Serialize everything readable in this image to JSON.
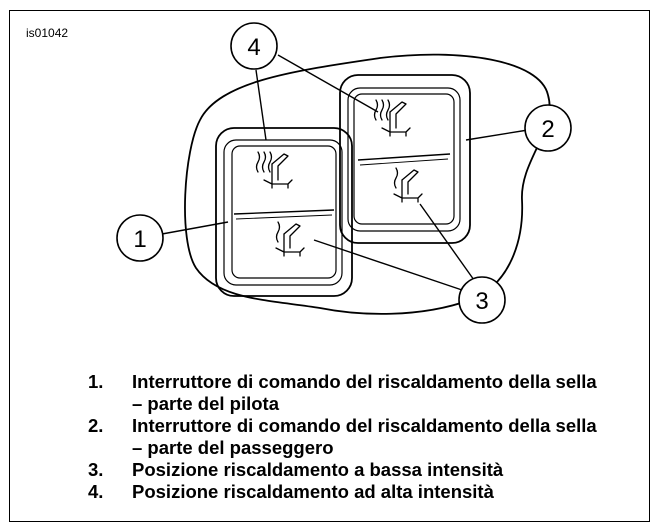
{
  "figure_id": "is01042",
  "callouts": [
    "1",
    "2",
    "3",
    "4"
  ],
  "legend": [
    {
      "num": "1.",
      "line1": "Interruttore di comando del riscaldamento della sella",
      "line2": "– parte del pilota"
    },
    {
      "num": "2.",
      "line1": "Interruttore di comando del riscaldamento della sella",
      "line2": "– parte del passeggero"
    },
    {
      "num": "3.",
      "line1": "Posizione riscaldamento a bassa intensità",
      "line2": ""
    },
    {
      "num": "4.",
      "line1": "Posizione riscaldamento ad alta intensità",
      "line2": ""
    }
  ],
  "icons": [
    "seat-heat-high-icon",
    "seat-heat-low-icon"
  ],
  "colors": {
    "line": "#000000",
    "background": "#ffffff"
  }
}
